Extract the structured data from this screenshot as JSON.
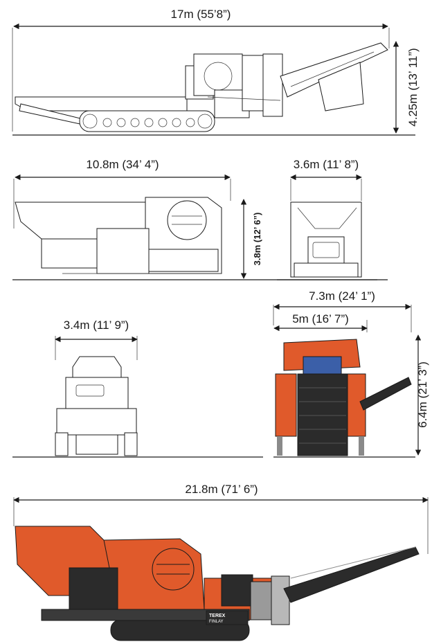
{
  "dimensions": {
    "side_length": "17m (55’8”)",
    "side_height": "4.25m (13’ 11”)",
    "transport_length": "10.8m  (34’ 4”)",
    "transport_height": "3.8m (12’ 6”)",
    "transport_width": "3.6m  (11’ 8”)",
    "front_width": "3.4m  (11’ 9”)",
    "working_width_total": "7.3m (24’ 1”)",
    "working_width_body": "5m (16’ 7”)",
    "working_height": "6.4m (21’ 3”)",
    "working_length": "21.8m (71’ 6”)"
  },
  "plate": {
    "brand": "TEREX",
    "model": "FINLAY"
  },
  "colors": {
    "line": "#1a1a1a",
    "orange": "#e05a2b",
    "dark": "#2b2b2b",
    "grey": "#8a8a8a"
  }
}
